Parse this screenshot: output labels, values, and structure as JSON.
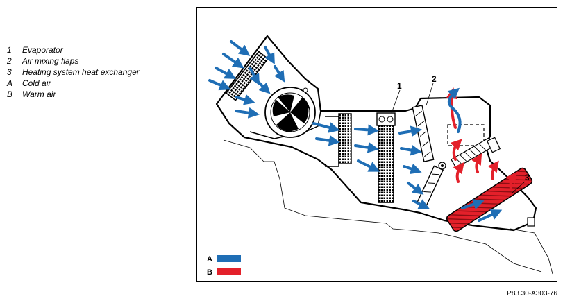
{
  "legend": [
    {
      "key": "1",
      "label": "Evaporator"
    },
    {
      "key": "2",
      "label": "Air mixing flaps"
    },
    {
      "key": "3",
      "label": "Heating system heat exchanger"
    },
    {
      "key": "A",
      "label": "Cold air"
    },
    {
      "key": "B",
      "label": "Warm air"
    }
  ],
  "callouts": {
    "c1": "1",
    "c2": "2",
    "c3": "3"
  },
  "swatches": [
    {
      "key": "A",
      "color": "#1f6eb5"
    },
    {
      "key": "B",
      "color": "#e3202a"
    }
  ],
  "colors": {
    "cold": "#1f6eb5",
    "warm": "#e3202a",
    "line": "#000000"
  },
  "footer": {
    "code": "P83.30-A303-76"
  }
}
